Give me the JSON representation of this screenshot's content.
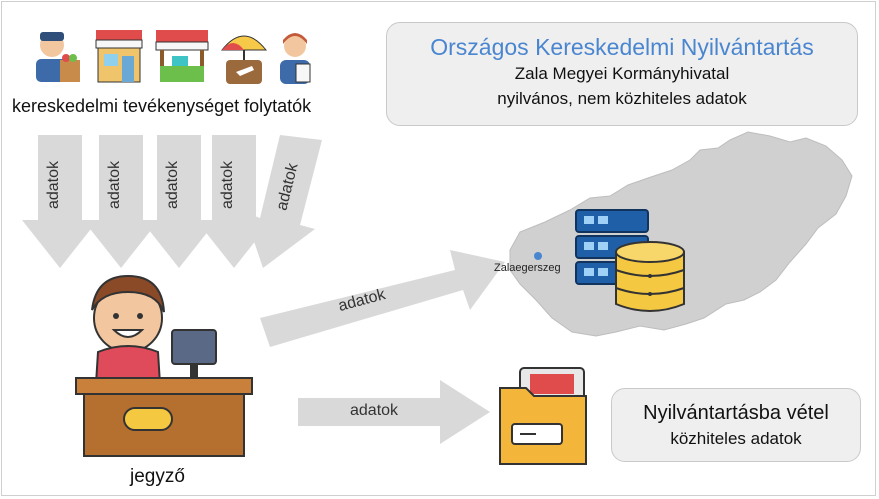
{
  "header_box": {
    "title": "Országos Kereskedelmi Nyilvántartás",
    "line1": "Zala Megyei Kormányhivatal",
    "line2": "nyilvános, nem közhiteles adatok"
  },
  "traders_label": "kereskedelmi tevékenységet folytatók",
  "arrow_label": "adatok",
  "city_label": "Zalaegerszeg",
  "notary_label": "jegyző",
  "registry_box": {
    "title": "Nyilvántartásba vétel",
    "subtitle": "közhiteles adatok"
  },
  "colors": {
    "title_blue": "#4a86d0",
    "arrow_gray": "#d9d9d9",
    "map_gray": "#d0d0d0",
    "server_blue": "#1f5fa8",
    "db_yellow": "#f5c842",
    "desk_brown": "#b5702f",
    "folder_yellow": "#f3b63b"
  },
  "icons": [
    "merchant-icon",
    "shop-icon",
    "market-stall-icon",
    "travel-umbrella-icon",
    "office-worker-icon",
    "server-icon",
    "database-icon",
    "notary-desk-icon",
    "folder-icon",
    "hungary-map"
  ]
}
